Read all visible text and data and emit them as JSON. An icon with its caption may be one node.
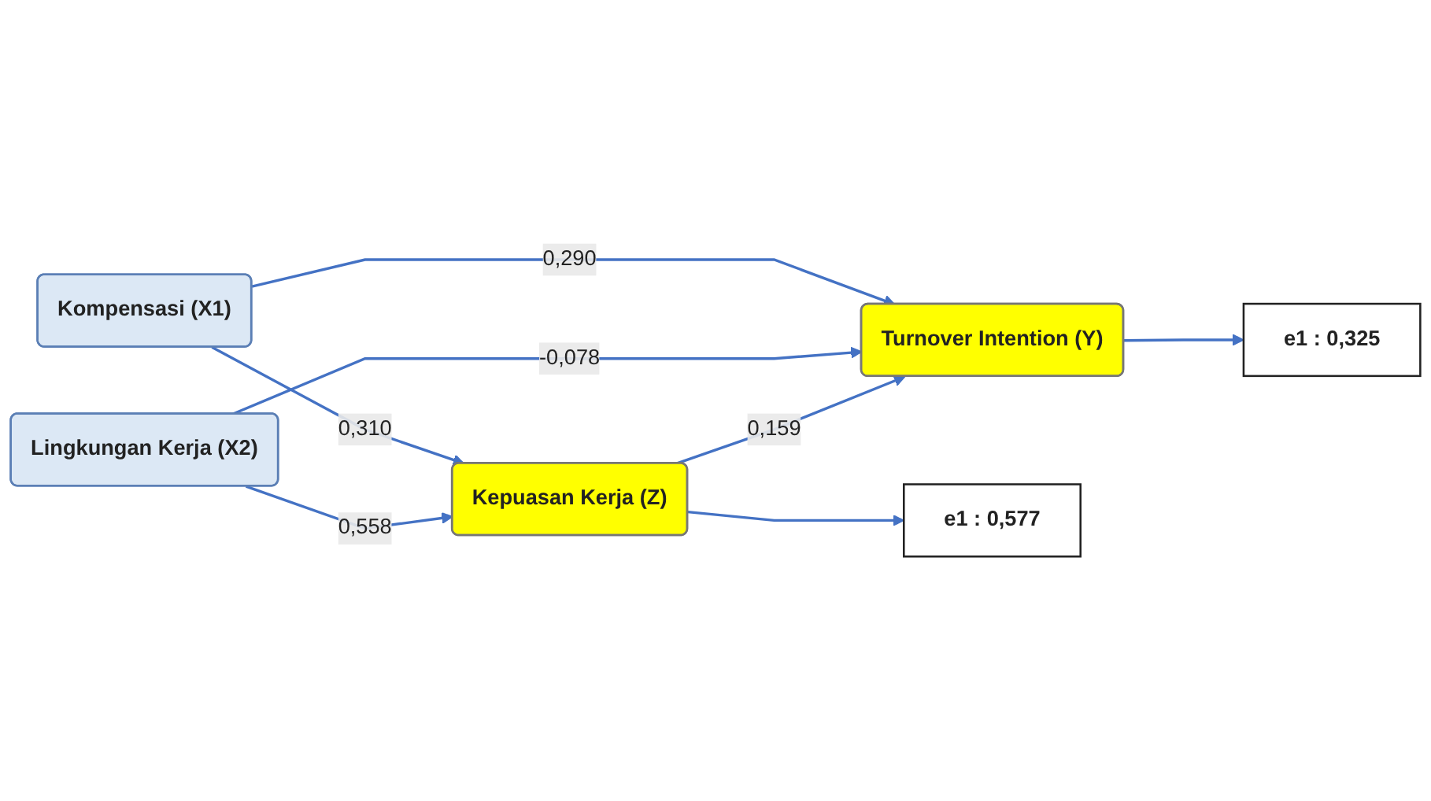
{
  "diagram": {
    "nodes": [
      {
        "text": [
          "Kompensasi (X1)"
        ]
      },
      {
        "text": [
          "Lingkungan Kerja (X2)"
        ]
      },
      {
        "text": [
          "Kepuasan Kerja (Z)"
        ]
      },
      {
        "text": [
          "Turnover Intention (Y)"
        ]
      },
      {
        "text": [
          "e1 : 0,577"
        ]
      },
      {
        "text": [
          "e1 : 0,325"
        ]
      }
    ],
    "edges": [
      {
        "from": 0,
        "to": 2,
        "arrow": "to",
        "label": "0,310"
      },
      {
        "from": 0,
        "to": 3,
        "arrow": "to",
        "label": "0,290"
      },
      {
        "from": 1,
        "to": 2,
        "arrow": "to",
        "label": "0,558"
      },
      {
        "from": 1,
        "to": 3,
        "arrow": "to",
        "label": "-0,078"
      },
      {
        "from": 2,
        "to": 3,
        "arrow": "to",
        "label": "0,159"
      },
      {
        "from": 2,
        "to": 4,
        "arrow": "to"
      },
      {
        "from": 3,
        "to": 5,
        "arrow": "to"
      }
    ]
  }
}
